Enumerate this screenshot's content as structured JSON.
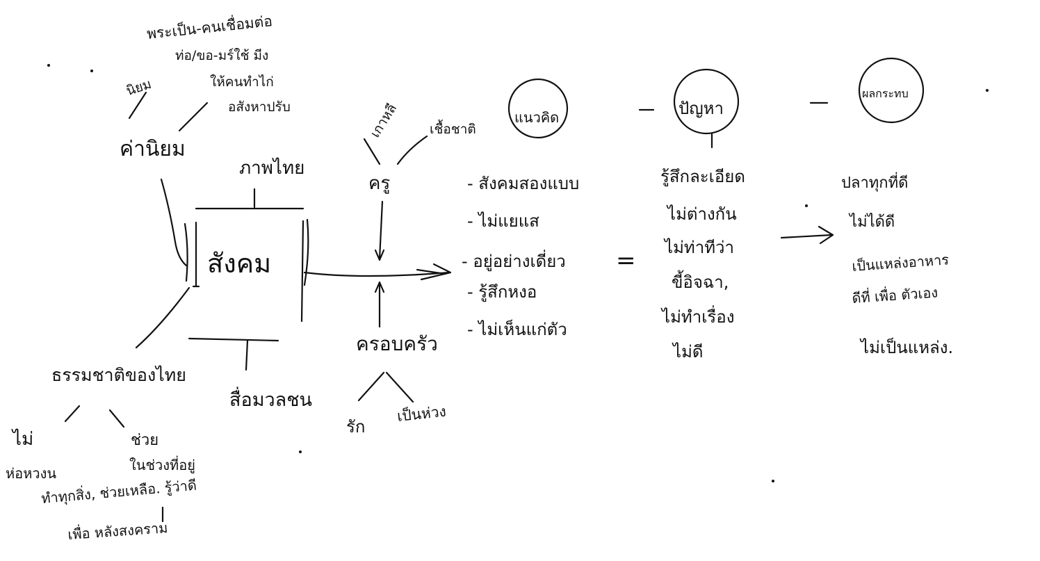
{
  "diagram": {
    "center_node": "สังคม",
    "left_top": {
      "label": "ค่านิยม",
      "note_left": "นิยม",
      "note_right": [
        "พระเป็น-คนเชื่อมต่อ",
        "ท่อ/ขอ-มร์ใช้ มีง",
        "ให้คนทำไก่",
        "อสังหาปรับ"
      ]
    },
    "top_mid": "ภาพไทย",
    "bottom_left": {
      "label": "ธรรมชาติของไทย",
      "child_a": [
        "ไม่",
        "ห่อหวงน"
      ],
      "child_b": [
        "ช่วย",
        "ในช่วงที่อยู่",
        "ทำทุกสิ่ง, ช่วยเหลือ. รู้ว่าดี",
        "เพื่อ หลังสงคราม"
      ]
    },
    "bottom_mid": "สื่อมวลชน",
    "factor_node": "ครู",
    "factor_top": [
      "เกาหลี",
      "เชื้อชาติ"
    ],
    "family_node": "ครอบครัว",
    "family_children": [
      "รัก",
      "เป็นห่วง"
    ],
    "result_list": [
      "- สังคมสองแบบ",
      "- ไม่แยแส",
      "- อยู่อย่างเดี่ยว",
      "- รู้สึกหงอ",
      "- ไม่เห็นแก่ตัว"
    ],
    "circle_a": "แนวคิด",
    "equals": "=",
    "circle_b": "ปัญหา",
    "middle_list": [
      "รู้สึกละเอียด",
      "ไม่ต่างกัน",
      "ไม่ท่าทีว่า",
      "ขี้อิจฉา,",
      "ไม่ทำเรื่อง",
      "ไม่ดี"
    ],
    "circle_c": "ผลกระทบ",
    "right_list": [
      "ปลาทุกที่ดี",
      "ไม่ได้ดี",
      "เป็นแหล่งอาหาร",
      "ดีที่ เพื่อ ตัวเอง",
      "ไม่เป็นแหล่ง."
    ]
  }
}
